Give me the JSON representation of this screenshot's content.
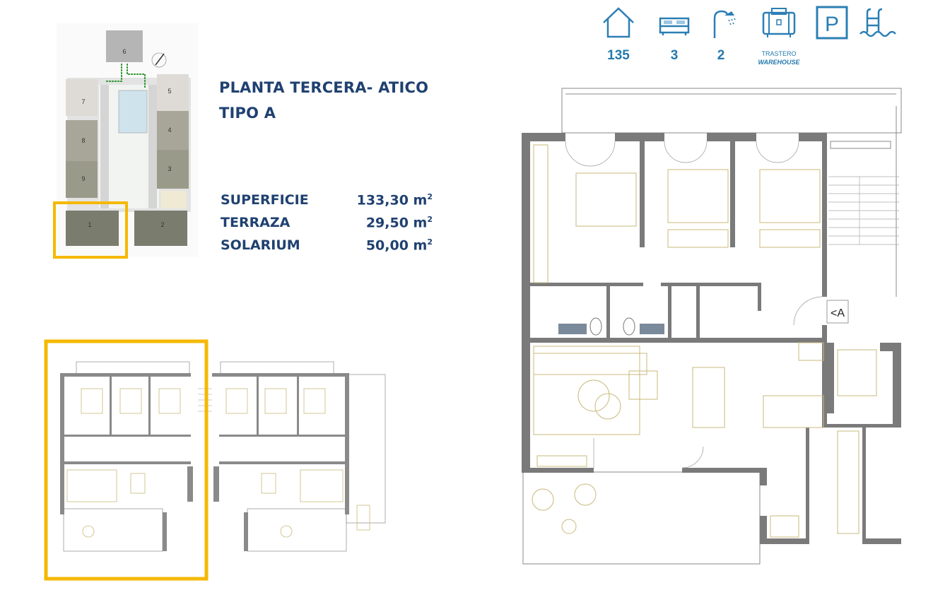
{
  "features": [
    {
      "icon": "house-icon",
      "value": "135"
    },
    {
      "icon": "bed-icon",
      "value": "3"
    },
    {
      "icon": "shower-icon",
      "value": "2"
    },
    {
      "icon": "storage-icon",
      "label": "TRASTERO",
      "sublabel": "WAREHOUSE"
    },
    {
      "icon": "parking-icon",
      "label": "P"
    },
    {
      "icon": "pool-icon"
    }
  ],
  "heading": {
    "line1": "PLANTA TERCERA- ATICO",
    "line2": "TIPO A"
  },
  "areas": [
    {
      "label": "SUPERFICIE",
      "value": "133,30 m",
      "unit_exp": "2"
    },
    {
      "label": "TERRAZA",
      "value": "29,50 m",
      "unit_exp": "2"
    },
    {
      "label": "SOLARIUM",
      "value": "50,00 m",
      "unit_exp": "2"
    }
  ],
  "site_plan": {
    "blocks": [
      "1",
      "2",
      "3",
      "4",
      "5",
      "6",
      "7",
      "8",
      "9"
    ],
    "highlighted_block": "1",
    "highlight_color": "#f5b800"
  },
  "main_plan": {
    "stair_label": "<A",
    "wall_color": "#7a7a7a",
    "furniture_color": "#c9b97a"
  },
  "colors": {
    "heading": "#1f4170",
    "icons": "#2b7fb5",
    "highlight": "#f5b800"
  }
}
